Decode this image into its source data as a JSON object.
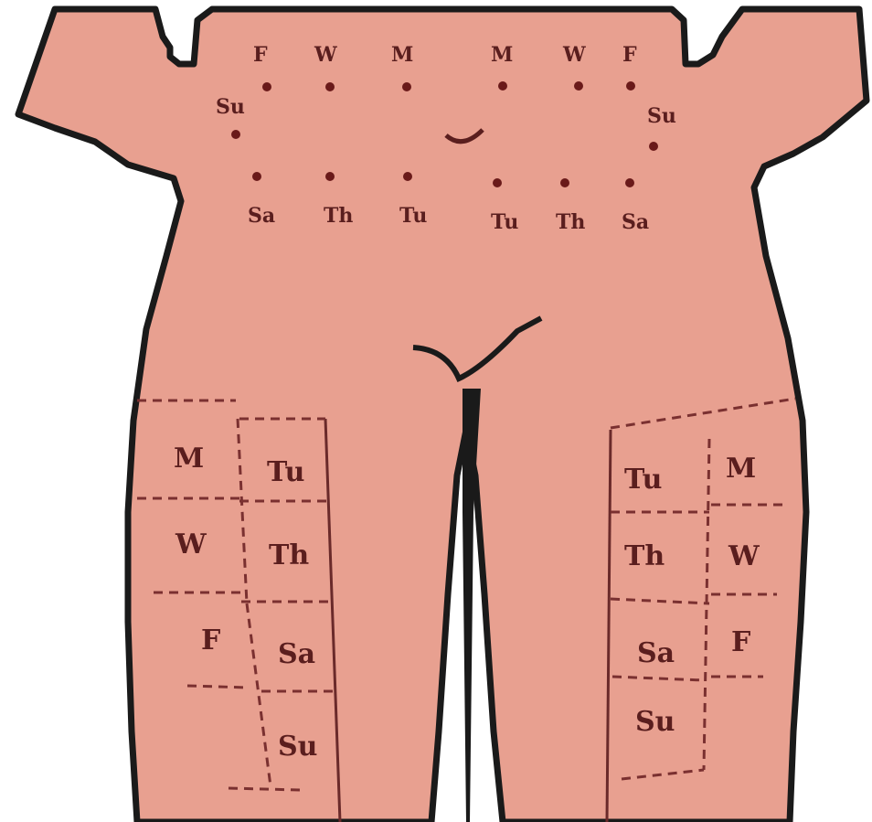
{
  "colors": {
    "skin": "#e8a090",
    "outline": "#1a1a1a",
    "label": "#5a1e1e",
    "dots": "#6a1a1a",
    "dashed_lines": "#7a3030"
  },
  "abdomen": {
    "top_row_left": [
      "F",
      "W",
      "M"
    ],
    "top_row_right": [
      "M",
      "W",
      "F"
    ],
    "side_left": "Su",
    "side_right": "Su",
    "bottom_row_left": [
      "Sa",
      "Th",
      "Tu"
    ],
    "bottom_row_right": [
      "Tu",
      "Th",
      "Sa"
    ]
  },
  "left_thigh": {
    "outer_column": [
      "M",
      "W",
      "F"
    ],
    "inner_column": [
      "Tu",
      "Th",
      "Sa",
      "Su"
    ]
  },
  "right_thigh": {
    "inner_column": [
      "Tu",
      "Th",
      "Sa",
      "Su"
    ],
    "outer_column": [
      "M",
      "W",
      "F"
    ]
  }
}
